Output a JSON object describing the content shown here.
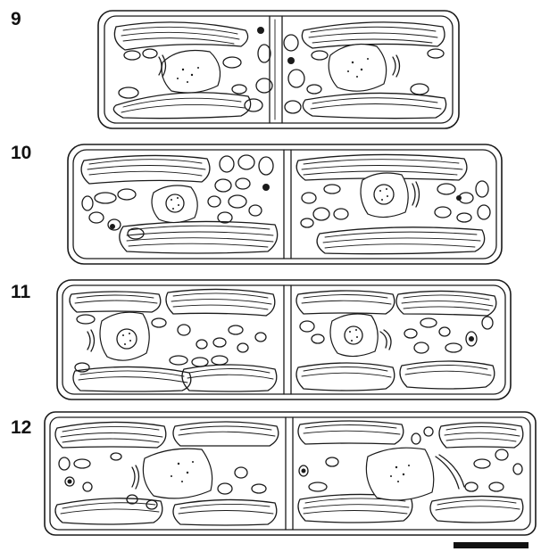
{
  "figure": {
    "panels": [
      {
        "label": "9"
      },
      {
        "label": "10"
      },
      {
        "label": "11"
      },
      {
        "label": "12"
      }
    ],
    "scale_bar": {
      "label": ""
    }
  }
}
